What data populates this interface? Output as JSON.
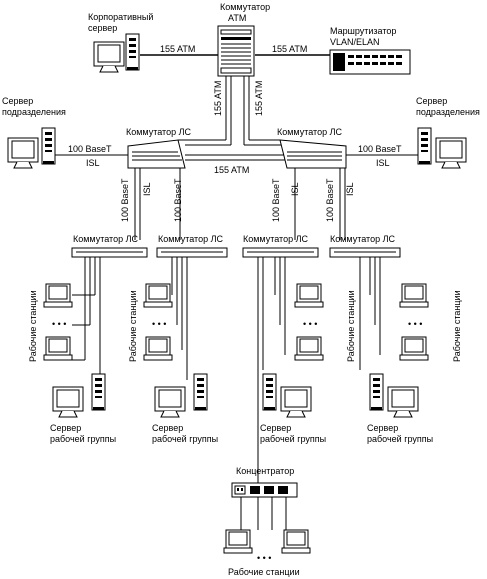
{
  "labels": {
    "atm_switch": [
      "Коммутатор",
      "ATM"
    ],
    "corp_server": [
      "Корпоративный",
      "сервер"
    ],
    "router": [
      "Маршрутизатор",
      "VLAN/ELAN"
    ],
    "dept_server_left": [
      "Сервер",
      "подразделения"
    ],
    "dept_server_right": [
      "Сервер",
      "подразделения"
    ],
    "lan_switch": "Коммутатор ЛС",
    "atm155": "155 ATM",
    "base100": "100 BaseT",
    "isl": "ISL",
    "workstations": "Рабочие станции",
    "workgroup_server": [
      "Сервер",
      "рабочей группы"
    ],
    "hub": "Концентратор",
    "dots": "• • •"
  },
  "icons": [
    "monitor-icon",
    "tower-server-icon",
    "switch-icon",
    "router-icon",
    "hub-icon"
  ],
  "colors": {
    "line": "#000000",
    "background": "#ffffff"
  }
}
